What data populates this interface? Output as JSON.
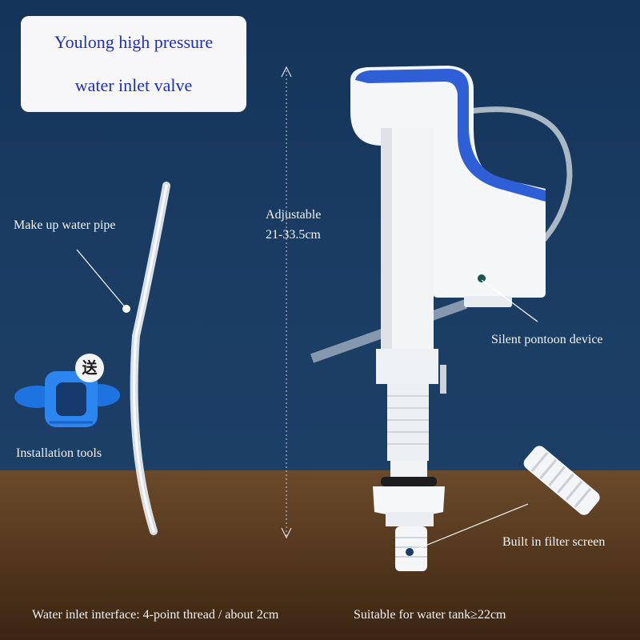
{
  "title": {
    "line1": "Youlong high pressure",
    "line2": "water inlet valve"
  },
  "labels": {
    "pipe": "Make up water pipe",
    "adjustable_1": "Adjustable",
    "adjustable_2": "21-33.5cm",
    "pontoon": "Silent pontoon device",
    "tools": "Installation tools",
    "gift_badge": "送",
    "filter": "Built in filter screen",
    "interface": "Water inlet interface: 4-point thread / about 2cm",
    "tank": "Suitable for  water tank≥22cm"
  },
  "colors": {
    "background": "#1b3d64",
    "ground": "#5d3f23",
    "title_text": "#1f2fc2",
    "accent_blue": "#2f5fd6"
  }
}
